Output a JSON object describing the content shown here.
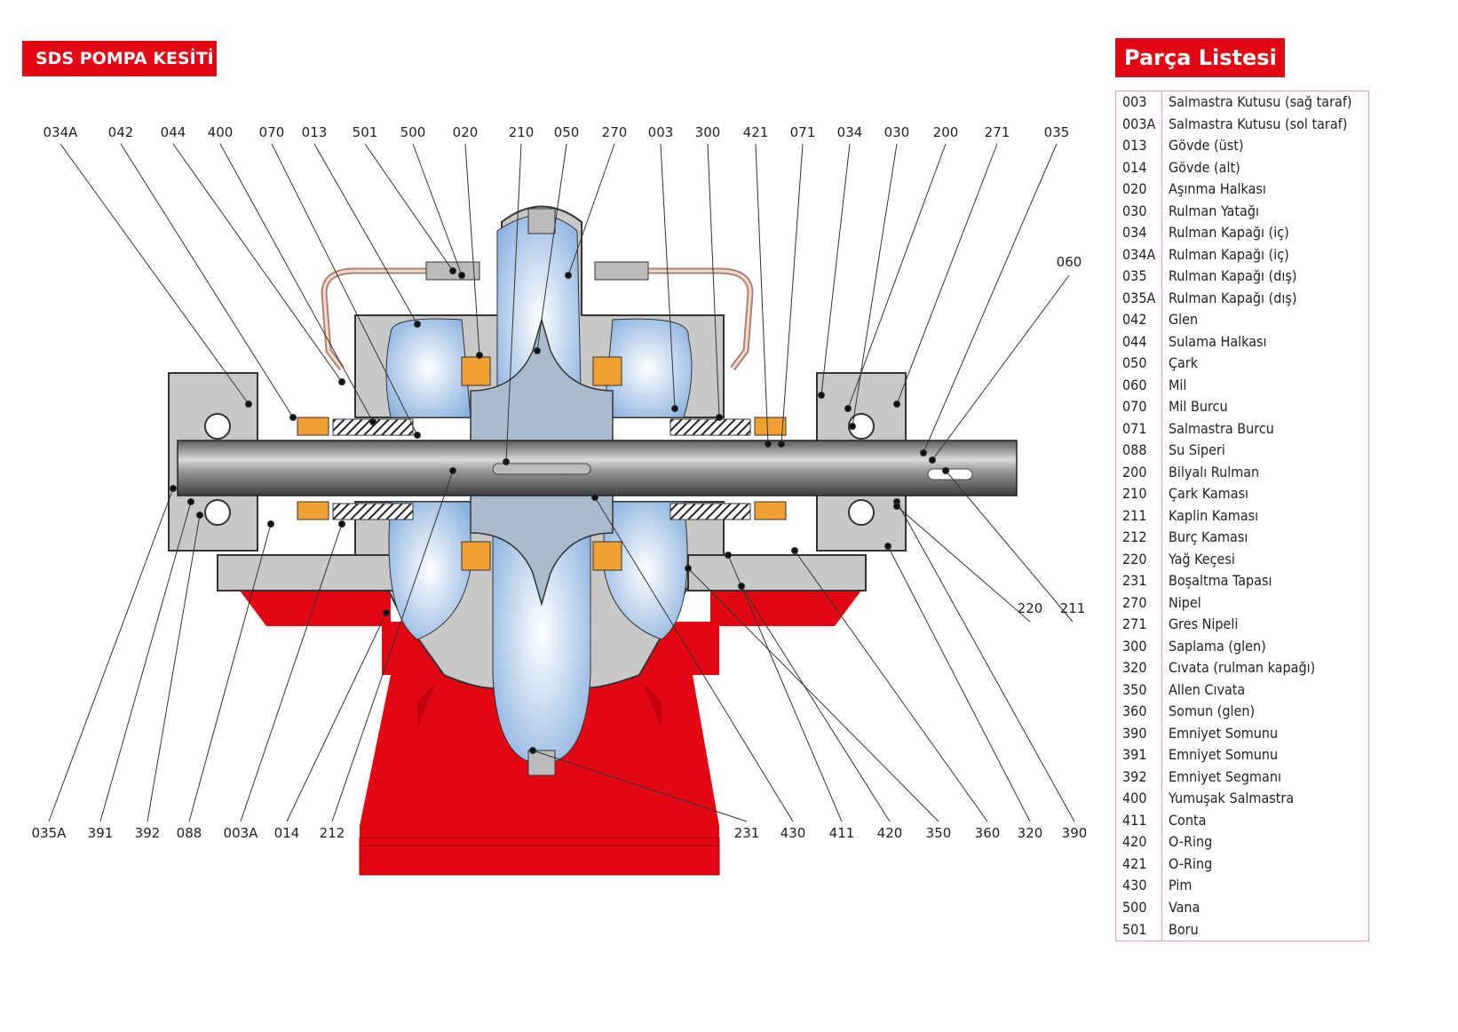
{
  "diagram_title": "SDS POMPA KESİTİ",
  "parts_title": "Parça Listesi",
  "top_labels": [
    "034A",
    "042",
    "044",
    "400",
    "070",
    "013",
    "501",
    "500",
    "020",
    "210",
    "050",
    "270",
    "003",
    "300",
    "421",
    "071",
    "034",
    "030",
    "200",
    "271",
    "035"
  ],
  "right_labels": [
    "060",
    "220",
    "211"
  ],
  "bottom_labels": [
    "035A",
    "391",
    "392",
    "088",
    "003A",
    "014",
    "212",
    "231",
    "430",
    "411",
    "420",
    "350",
    "360",
    "320",
    "390"
  ],
  "parts": [
    {
      "code": "003",
      "name": "Salmastra Kutusu (sağ taraf)"
    },
    {
      "code": "003A",
      "name": "Salmastra Kutusu (sol taraf)"
    },
    {
      "code": "013",
      "name": "Gövde (üst)"
    },
    {
      "code": "014",
      "name": "Gövde (alt)"
    },
    {
      "code": "020",
      "name": "Aşınma Halkası"
    },
    {
      "code": "030",
      "name": "Rulman Yatağı"
    },
    {
      "code": "034",
      "name": "Rulman Kapağı (iç)"
    },
    {
      "code": "034A",
      "name": "Rulman Kapağı (iç)"
    },
    {
      "code": "035",
      "name": "Rulman Kapağı (dış)"
    },
    {
      "code": "035A",
      "name": "Rulman Kapağı (dış)"
    },
    {
      "code": "042",
      "name": "Glen"
    },
    {
      "code": "044",
      "name": "Sulama Halkası"
    },
    {
      "code": "050",
      "name": "Çark"
    },
    {
      "code": "060",
      "name": "Mil"
    },
    {
      "code": "070",
      "name": "Mil Burcu"
    },
    {
      "code": "071",
      "name": "Salmastra Burcu"
    },
    {
      "code": "088",
      "name": "Su Siperi"
    },
    {
      "code": "200",
      "name": "Bilyalı Rulman"
    },
    {
      "code": "210",
      "name": "Çark Kaması"
    },
    {
      "code": "211",
      "name": "Kaplin Kaması"
    },
    {
      "code": "212",
      "name": "Burç Kaması"
    },
    {
      "code": "220",
      "name": "Yağ Keçesi"
    },
    {
      "code": "231",
      "name": "Boşaltma Tapası"
    },
    {
      "code": "270",
      "name": "Nipel"
    },
    {
      "code": "271",
      "name": "Gres Nipeli"
    },
    {
      "code": "300",
      "name": "Saplama (glen)"
    },
    {
      "code": "320",
      "name": "Cıvata (rulman kapağı)"
    },
    {
      "code": "350",
      "name": "Allen Cıvata"
    },
    {
      "code": "360",
      "name": "Somun (glen)"
    },
    {
      "code": "390",
      "name": "Emniyet Somunu"
    },
    {
      "code": "391",
      "name": "Emniyet Somunu"
    },
    {
      "code": "392",
      "name": "Emniyet Segmanı"
    },
    {
      "code": "400",
      "name": "Yumuşak Salmastra"
    },
    {
      "code": "411",
      "name": "Conta"
    },
    {
      "code": "420",
      "name": "O-Ring"
    },
    {
      "code": "421",
      "name": "O-Ring"
    },
    {
      "code": "430",
      "name": "Pim"
    },
    {
      "code": "500",
      "name": "Vana"
    },
    {
      "code": "501",
      "name": "Boru"
    }
  ],
  "colors": {
    "accent": "#e30613",
    "casing": "#c8c8c8",
    "water": "#a9c8ea",
    "brass": "#f0a030",
    "shaft": "#7d7d7d"
  }
}
